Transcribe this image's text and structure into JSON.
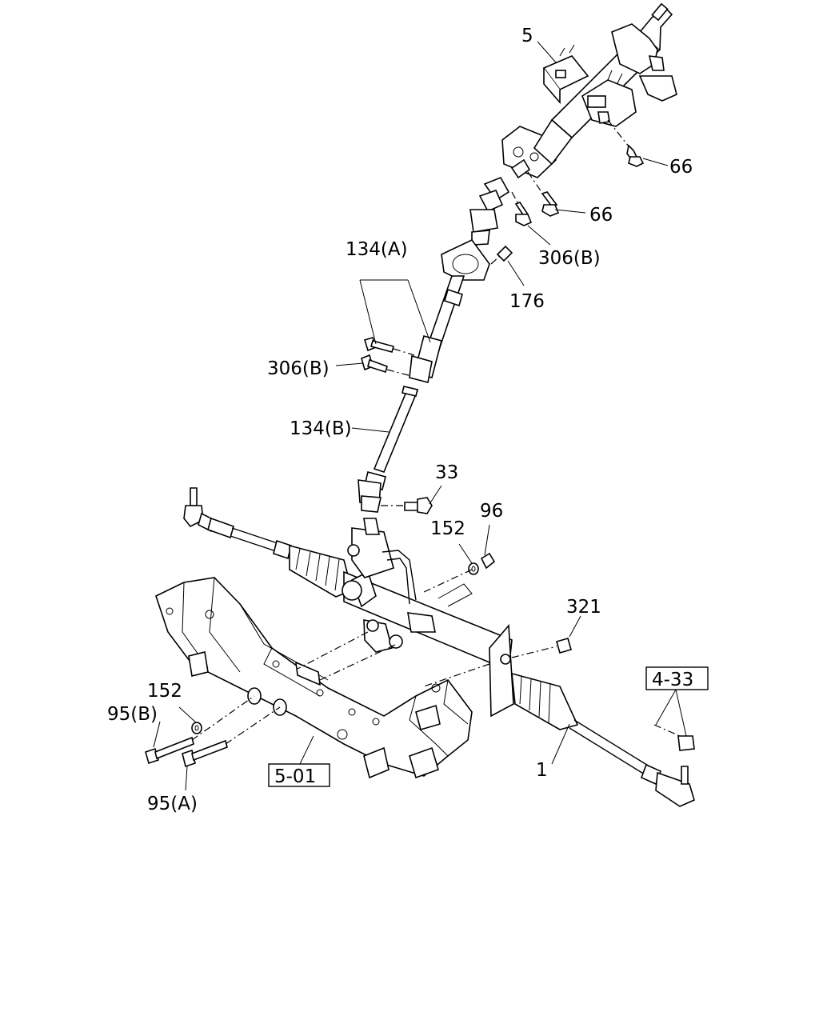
{
  "callouts": {
    "c5": "5",
    "c66a": "66",
    "c66b": "66",
    "c306b_top": "306(B)",
    "c134a": "134(A)",
    "c176": "176",
    "c306b_mid": "306(B)",
    "c134b": "134(B)",
    "c33": "33",
    "c96": "96",
    "c152_top": "152",
    "c321": "321",
    "c152_left": "152",
    "c95b": "95(B)",
    "c95a": "95(A)",
    "c1": "1"
  },
  "references": {
    "r433": "4-33",
    "r501": "5-01"
  },
  "icons": {
    "steering_column": "steering-column-icon",
    "intermediate_shaft_a": "intermediate-shaft-a-icon",
    "intermediate_shaft_b": "intermediate-shaft-b-icon",
    "steering_gear": "steering-rack-icon",
    "crossmember": "crossmember-icon"
  }
}
